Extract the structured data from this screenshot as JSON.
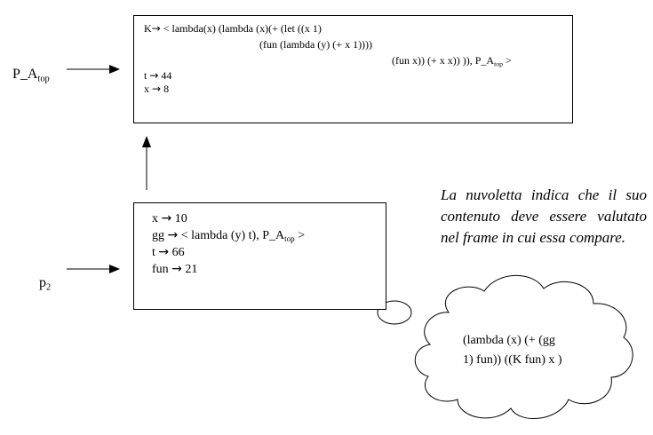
{
  "top_frame": {
    "label_main": "P_A",
    "label_sub": "top",
    "lines": [
      {
        "pre": "K",
        "arrow": "→",
        "post": " < lambda(x)  (lambda (x)(+ (let ((x 1)"
      },
      {
        "text": "(fun (lambda (y) (+ x 1))))"
      },
      {
        "text": "(fun x)) (+ x x)) ))",
        "suffix": ", P_A",
        "suffix_sub": "top",
        "end": " >"
      },
      {
        "pre": "t ",
        "arrow": "→",
        "post": " 44"
      },
      {
        "pre": "x ",
        "arrow": "→",
        "post": " 8"
      }
    ]
  },
  "p2_frame": {
    "label_main": "p",
    "label_sub": "2",
    "bindings": [
      {
        "pre": "x ",
        "arrow": "→",
        "post": " 10"
      },
      {
        "pre": "gg ",
        "arrow": "→",
        "post": " < lambda (y) t), P_A",
        "sub": "top",
        "end": " >"
      },
      {
        "pre": "t ",
        "arrow": "→",
        "post": "  66"
      },
      {
        "pre": "fun ",
        "arrow": "→",
        "post": " 21"
      }
    ]
  },
  "note": {
    "text": "La nuvoletta indica che il suo contenuto deve essere valutato nel frame in cui essa compare."
  },
  "cloud": {
    "line1": "(lambda (x) (+ (gg",
    "line2": "1) fun)) ((K fun) x )"
  }
}
